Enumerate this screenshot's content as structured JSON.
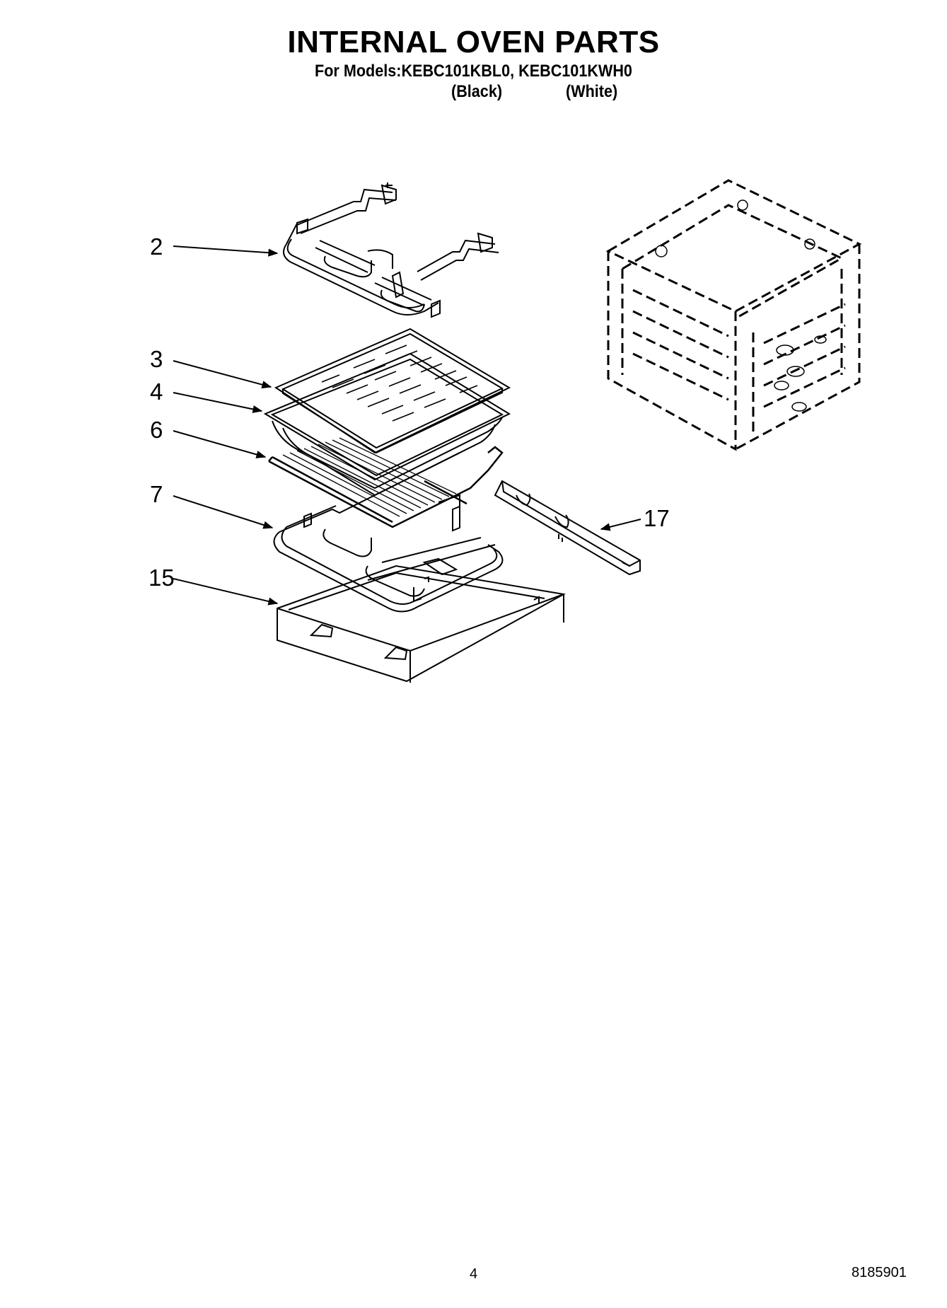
{
  "header": {
    "title": "INTERNAL OVEN PARTS",
    "models_line": "For Models:KEBC101KBL0, KEBC101KWH0",
    "variant_black": "(Black)",
    "variant_white": "(White)"
  },
  "callouts": [
    "2",
    "3",
    "4",
    "6",
    "7",
    "15",
    "17"
  ],
  "footer": {
    "page_number": "4",
    "document_number": "8185901"
  }
}
